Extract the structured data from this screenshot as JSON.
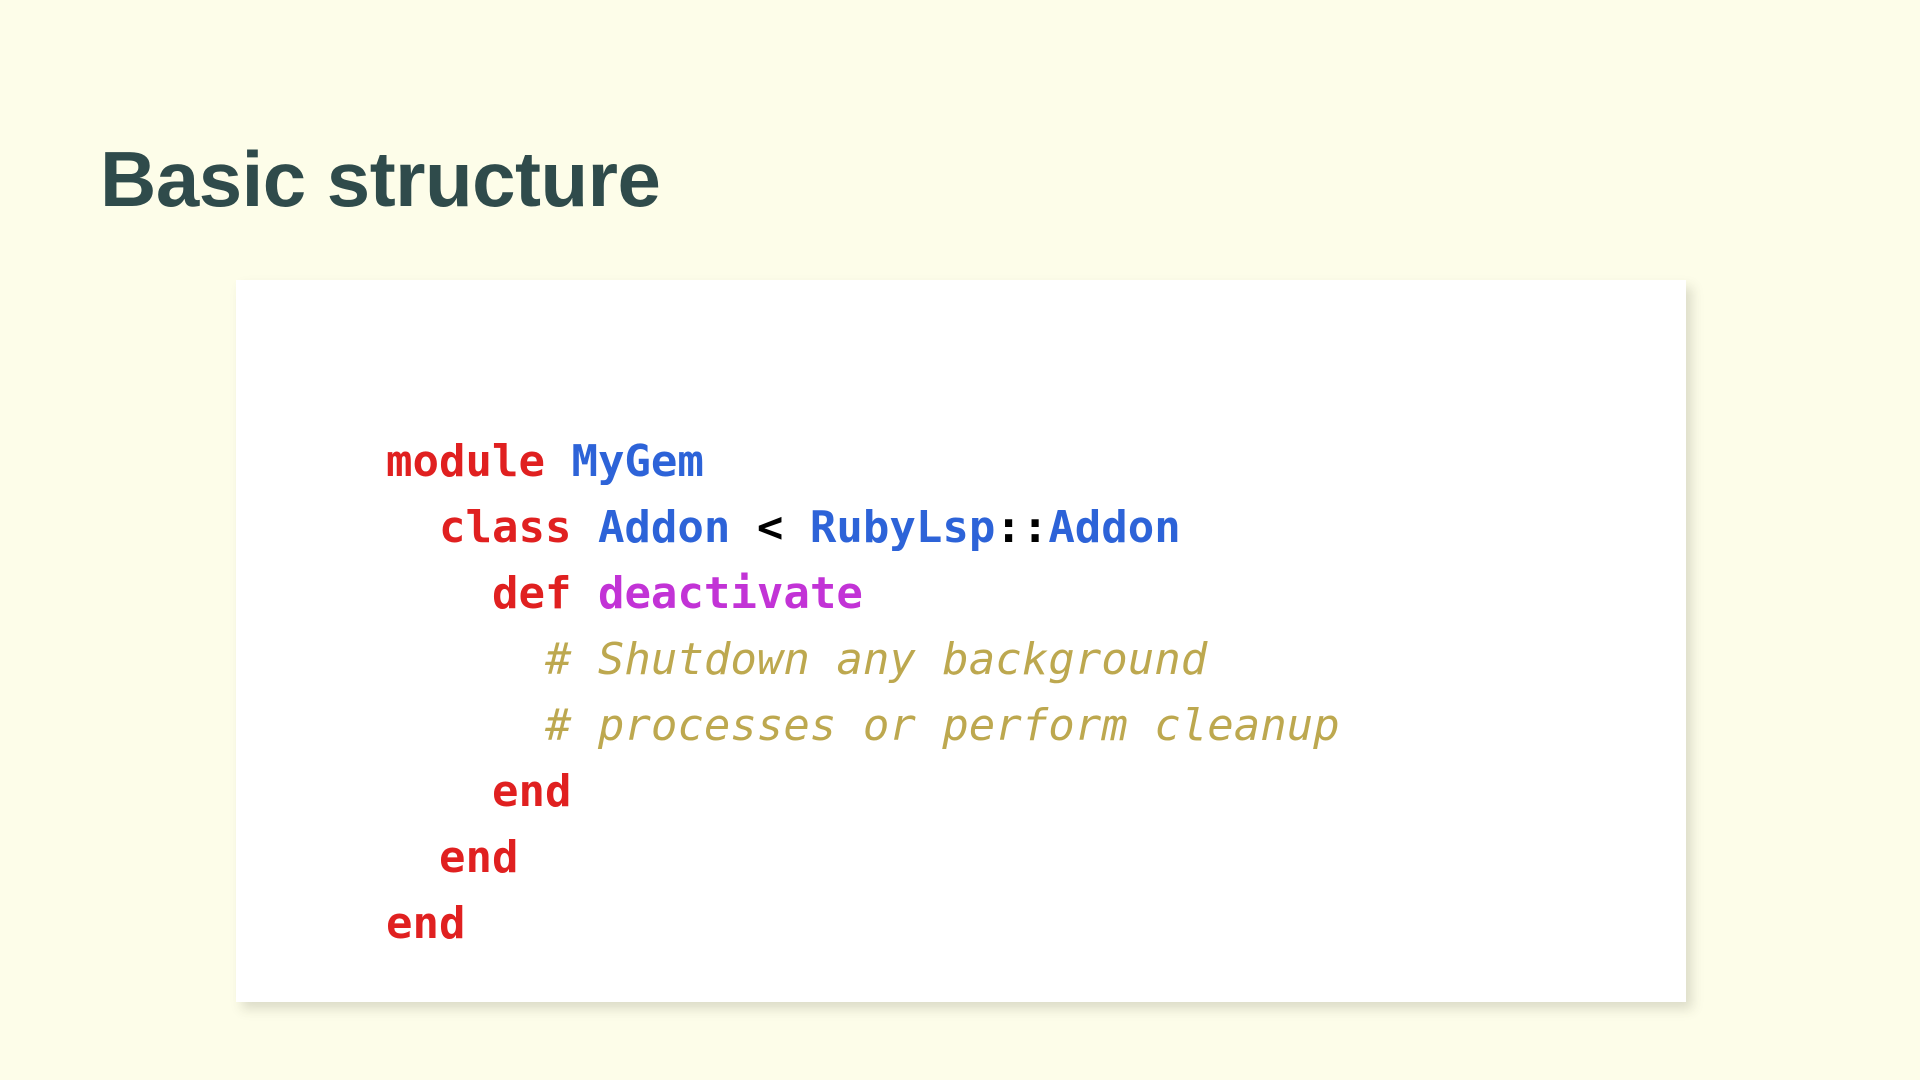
{
  "slide": {
    "background_color": "#fdfde9",
    "title": "Basic structure",
    "title_color": "#2f4b4b"
  },
  "card": {
    "background_color": "#ffffff",
    "shadow_color": "rgba(60,60,40,0.17)"
  },
  "code": {
    "language": "ruby",
    "palette": {
      "keyword": "#e02020",
      "constant": "#2d63d8",
      "operator": "#000000",
      "method": "#c233d6",
      "comment": "#bda84f",
      "plain": "#111111"
    },
    "lines": [
      {
        "index": 1,
        "text": "module MyGem",
        "tokens": [
          {
            "text": "module",
            "kind": "keyword"
          },
          {
            "text": " ",
            "kind": "plain"
          },
          {
            "text": "MyGem",
            "kind": "constant"
          }
        ]
      },
      {
        "index": 2,
        "text": "  class Addon < RubyLsp::Addon",
        "tokens": [
          {
            "text": "  ",
            "kind": "plain"
          },
          {
            "text": "class",
            "kind": "keyword"
          },
          {
            "text": " ",
            "kind": "plain"
          },
          {
            "text": "Addon",
            "kind": "constant"
          },
          {
            "text": " ",
            "kind": "plain"
          },
          {
            "text": "<",
            "kind": "operator"
          },
          {
            "text": " ",
            "kind": "plain"
          },
          {
            "text": "RubyLsp",
            "kind": "constant"
          },
          {
            "text": "::",
            "kind": "punct"
          },
          {
            "text": "Addon",
            "kind": "constant"
          }
        ]
      },
      {
        "index": 3,
        "text": "    def deactivate",
        "tokens": [
          {
            "text": "    ",
            "kind": "plain"
          },
          {
            "text": "def",
            "kind": "keyword"
          },
          {
            "text": " ",
            "kind": "plain"
          },
          {
            "text": "deactivate",
            "kind": "method"
          }
        ]
      },
      {
        "index": 4,
        "text": "      # Shutdown any background",
        "tokens": [
          {
            "text": "      ",
            "kind": "plain"
          },
          {
            "text": "# Shutdown any background",
            "kind": "comment"
          }
        ]
      },
      {
        "index": 5,
        "text": "      # processes or perform cleanup",
        "tokens": [
          {
            "text": "      ",
            "kind": "plain"
          },
          {
            "text": "# processes or perform cleanup",
            "kind": "comment"
          }
        ]
      },
      {
        "index": 6,
        "text": "    end",
        "tokens": [
          {
            "text": "    ",
            "kind": "plain"
          },
          {
            "text": "end",
            "kind": "keyword"
          }
        ]
      },
      {
        "index": 7,
        "text": "  end",
        "tokens": [
          {
            "text": "  ",
            "kind": "plain"
          },
          {
            "text": "end",
            "kind": "keyword"
          }
        ]
      },
      {
        "index": 8,
        "text": "end",
        "tokens": [
          {
            "text": "end",
            "kind": "keyword"
          }
        ]
      }
    ]
  }
}
